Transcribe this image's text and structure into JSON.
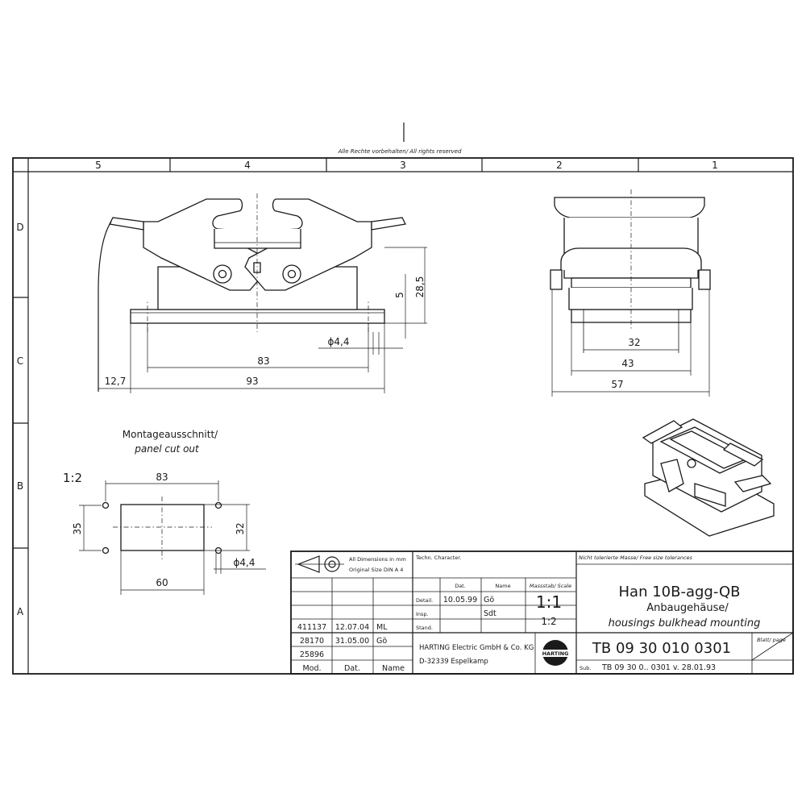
{
  "header": {
    "rights": "Alle Rechte vorbehalten/ All rights reserved"
  },
  "grid": {
    "columns": [
      "5",
      "4",
      "3",
      "2",
      "1"
    ],
    "rows": [
      "D",
      "C",
      "B",
      "A"
    ]
  },
  "front_view": {
    "dims": {
      "height": "28,5",
      "flange": "5",
      "hole": "ϕ4,4",
      "hole_spacing": "83",
      "length": "93",
      "offset": "12,7"
    }
  },
  "side_view": {
    "dims": {
      "inner": "32",
      "mid": "43",
      "outer": "57"
    }
  },
  "cutout": {
    "title_de": "Montageausschnitt/",
    "title_en": "panel cut out",
    "scale": "1:2",
    "dims": {
      "hole_spacing": "83",
      "height": "35",
      "inner_height": "32",
      "hole": "ϕ4,4",
      "width": "60"
    }
  },
  "title_block": {
    "dimensions_note_line1": "All Dimensions in mm",
    "dimensions_note_line2": "Original Size DIN A 4",
    "techn_character": "Techn. Character.",
    "tolerances": "Nicht tolerierte Masse/ Free size tolerances",
    "col_dat": "Dat.",
    "col_name": "Name",
    "scale_label": "Massstab/ Scale",
    "row_detail": "Detail.",
    "row_insp": "Insp.",
    "row_stand": "Stand.",
    "detail_date": "10.05.99",
    "detail_name": "Gö",
    "insp_name": "Sdt",
    "scale_main": "1:1",
    "scale_sub": "1:2",
    "revisions": [
      {
        "mod": "411137",
        "date": "12.07.04",
        "name": "ML"
      },
      {
        "mod": "28170",
        "date": "31.05.00",
        "name": "Gö"
      },
      {
        "mod": "25896",
        "date": "",
        "name": ""
      }
    ],
    "foot_mod": "Mod.",
    "foot_dat": "Dat.",
    "foot_name": "Name",
    "company_line1": "HARTING Electric GmbH & Co. KG",
    "company_line2": "D-32339 Espelkamp",
    "logo_text": "HARTING",
    "product_title": "Han 10B-agg-QB",
    "product_subtitle_de": "Anbaugehäuse/",
    "product_subtitle_en": "housings bulkhead mounting",
    "drawing_number": "TB 09 30 010 0301",
    "page_label": "Blatt/ page",
    "sub_label": "Sub.",
    "sub_text": "TB 09 30 0.. 0301 v. 28.01.93"
  }
}
